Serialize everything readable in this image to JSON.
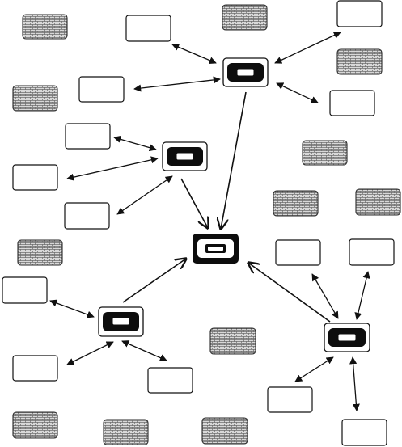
{
  "diagram": {
    "type": "hub-network",
    "colors": {
      "line": "#111111",
      "node_fill": "#ffffff",
      "hatch_fill": "#d8d8d8",
      "hatch_line": "#3a3a3a",
      "hub_ring": "#0d0d0d"
    },
    "hubs": [
      {
        "id": "hub-top",
        "kind": "device-icon"
      },
      {
        "id": "hub-mid-left",
        "kind": "device-icon"
      },
      {
        "id": "hub-center",
        "kind": "device-icon",
        "emphasis": "bold-frame"
      },
      {
        "id": "hub-bottom-left",
        "kind": "device-icon"
      },
      {
        "id": "hub-bottom-right",
        "kind": "device-icon"
      }
    ],
    "empty_nodes": [
      "node-a",
      "node-b",
      "node-c",
      "node-d",
      "node-e",
      "node-f",
      "node-g",
      "node-h",
      "node-i",
      "node-j",
      "node-k",
      "node-l",
      "node-m",
      "node-n",
      "node-o",
      "node-p"
    ],
    "hatched_nodes": [
      "hatch-1",
      "hatch-2",
      "hatch-3",
      "hatch-4",
      "hatch-5",
      "hatch-6",
      "hatch-7",
      "hatch-8",
      "hatch-9",
      "hatch-10",
      "hatch-11",
      "hatch-12"
    ],
    "edges": [
      {
        "from": "hub-top",
        "to": "hub-center",
        "direction": "one-way"
      },
      {
        "from": "hub-mid-left",
        "to": "hub-center",
        "direction": "one-way"
      },
      {
        "from": "hub-bottom-left",
        "to": "hub-center",
        "direction": "one-way"
      },
      {
        "from": "hub-bottom-right",
        "to": "hub-center",
        "direction": "one-way"
      },
      {
        "from": "hub-top",
        "to": "node-a",
        "direction": "two-way"
      },
      {
        "from": "hub-top",
        "to": "node-b",
        "direction": "two-way"
      },
      {
        "from": "hub-top",
        "to": "node-c",
        "direction": "two-way"
      },
      {
        "from": "hub-top",
        "to": "node-d",
        "direction": "two-way"
      },
      {
        "from": "hub-mid-left",
        "to": "node-e",
        "direction": "two-way"
      },
      {
        "from": "hub-mid-left",
        "to": "node-f",
        "direction": "two-way"
      },
      {
        "from": "hub-mid-left",
        "to": "node-g",
        "direction": "two-way"
      },
      {
        "from": "hub-bottom-left",
        "to": "node-h",
        "direction": "two-way"
      },
      {
        "from": "hub-bottom-left",
        "to": "node-i",
        "direction": "two-way"
      },
      {
        "from": "hub-bottom-left",
        "to": "node-j",
        "direction": "two-way"
      },
      {
        "from": "hub-bottom-right",
        "to": "node-k",
        "direction": "two-way"
      },
      {
        "from": "hub-bottom-right",
        "to": "node-l",
        "direction": "two-way"
      },
      {
        "from": "hub-bottom-right",
        "to": "node-m",
        "direction": "two-way"
      },
      {
        "from": "hub-bottom-right",
        "to": "node-n",
        "direction": "two-way"
      }
    ]
  }
}
